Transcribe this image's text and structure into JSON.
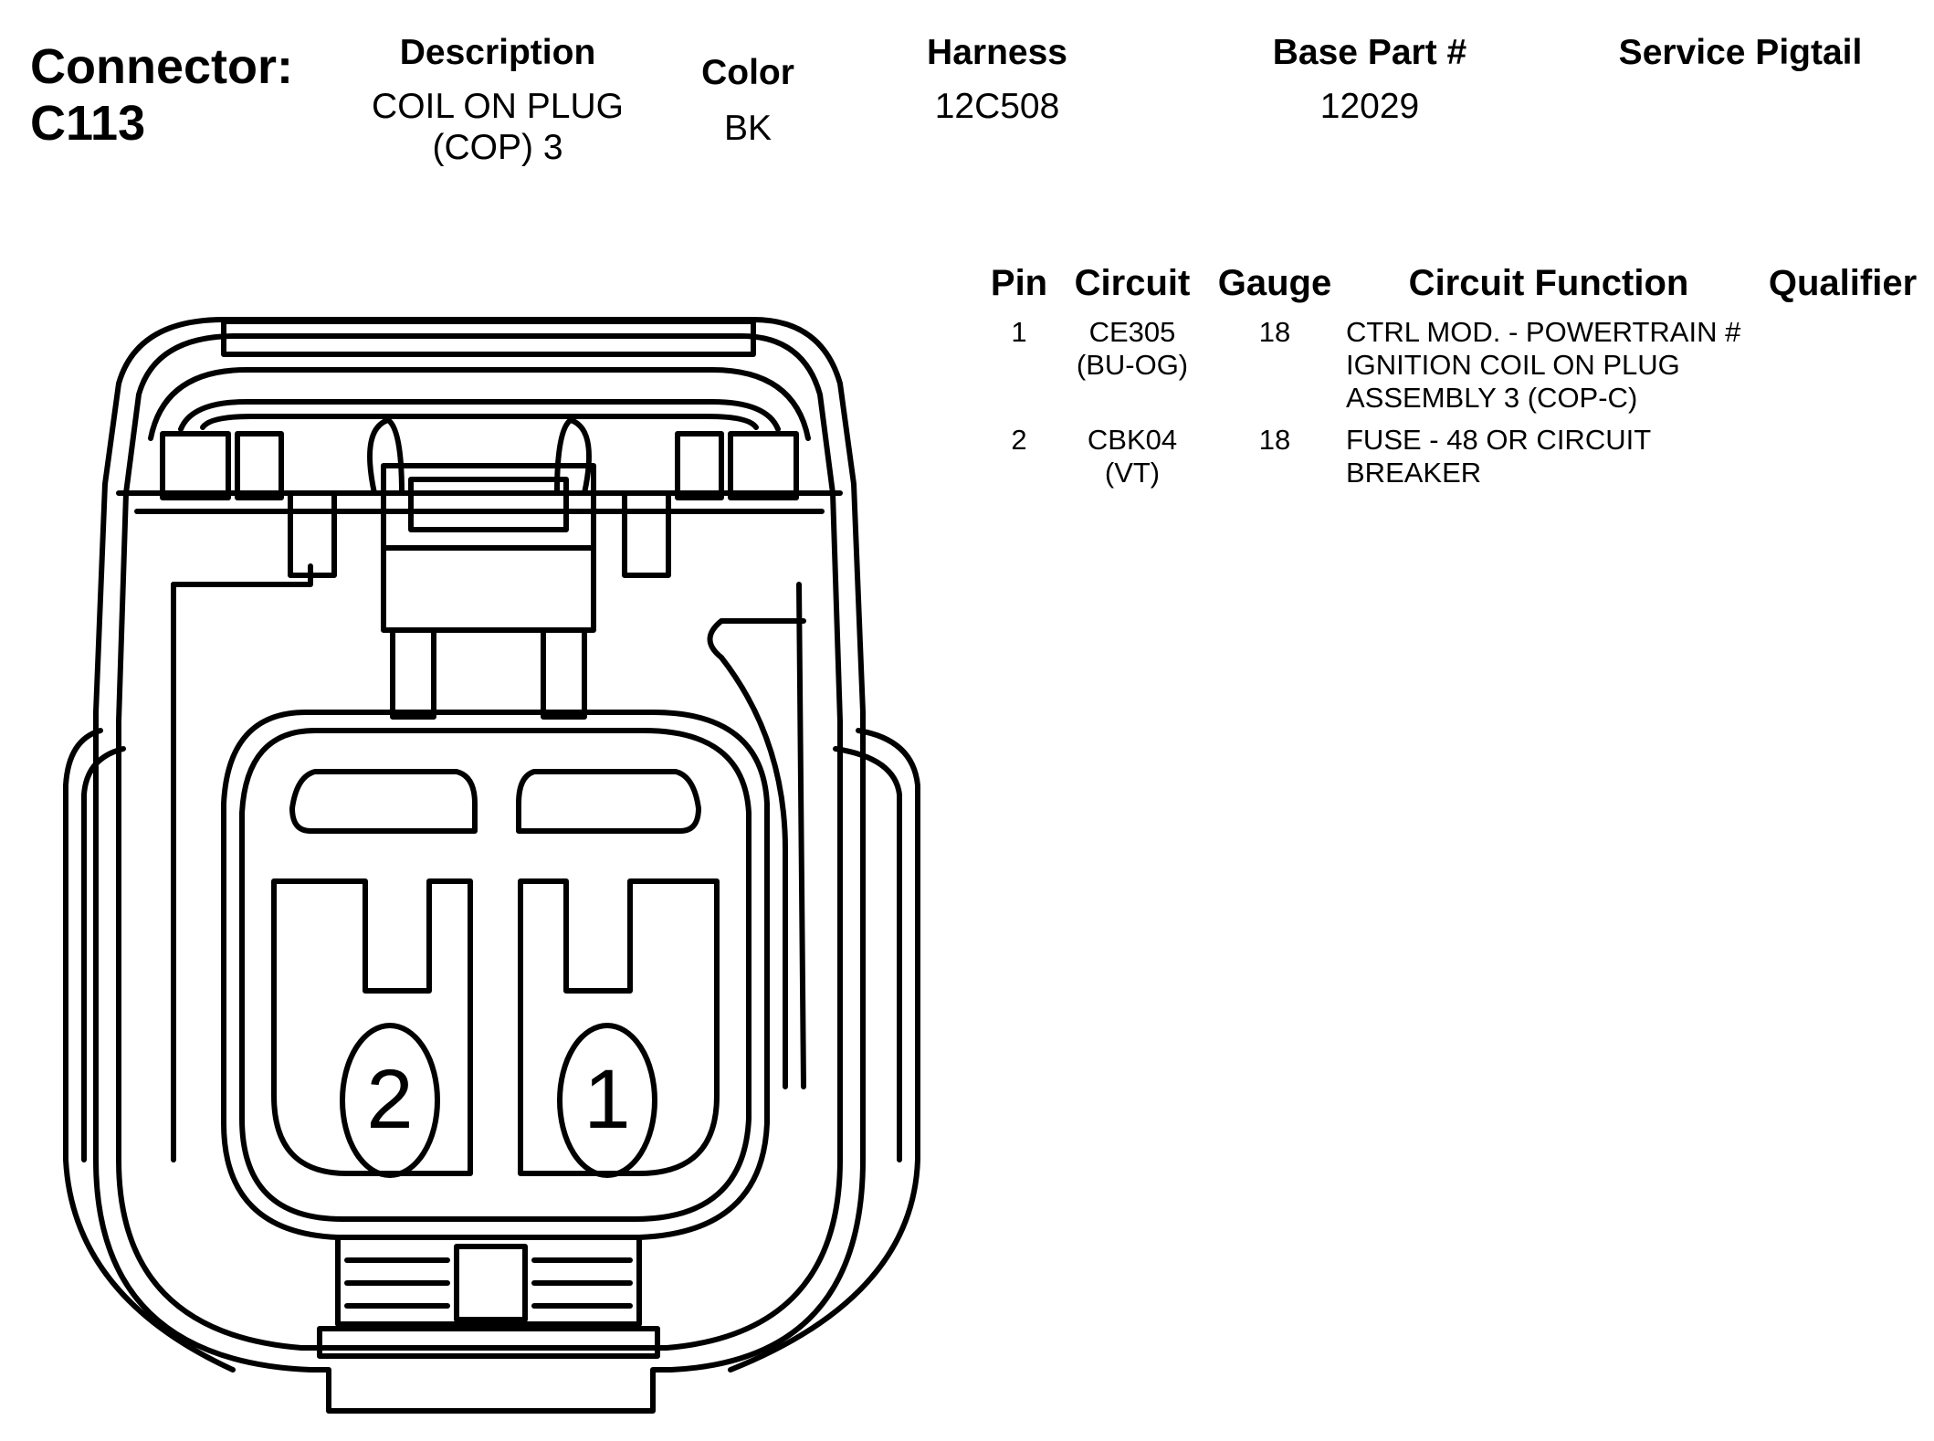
{
  "connector": {
    "label_line1": "Connector:",
    "label_line2": "C113"
  },
  "header": {
    "description_title": "Description",
    "description_line1": "COIL ON PLUG",
    "description_line2": "(COP) 3",
    "color_title": "Color",
    "color_value": "BK",
    "harness_title": "Harness",
    "harness_value": "12C508",
    "base_part_title": "Base Part #",
    "base_part_value": "12029",
    "service_pigtail_title": "Service Pigtail"
  },
  "pin_table": {
    "headers": {
      "pin": "Pin",
      "circuit": "Circuit",
      "gauge": "Gauge",
      "function": "Circuit Function",
      "qualifier": "Qualifier"
    },
    "rows": [
      {
        "pin": "1",
        "circuit_line1": "CE305",
        "circuit_line2": "(BU-OG)",
        "gauge": "18",
        "function_line1": "CTRL MOD. - POWERTRAIN #",
        "function_line2": "IGNITION COIL ON PLUG",
        "function_line3": "ASSEMBLY 3 (COP-C)"
      },
      {
        "pin": "2",
        "circuit_line1": "CBK04",
        "circuit_line2": "(VT)",
        "gauge": "18",
        "function_line1": "FUSE - 48 OR CIRCUIT",
        "function_line2": "BREAKER"
      }
    ]
  },
  "diagram": {
    "pin_left_label": "2",
    "pin_right_label": "1"
  }
}
